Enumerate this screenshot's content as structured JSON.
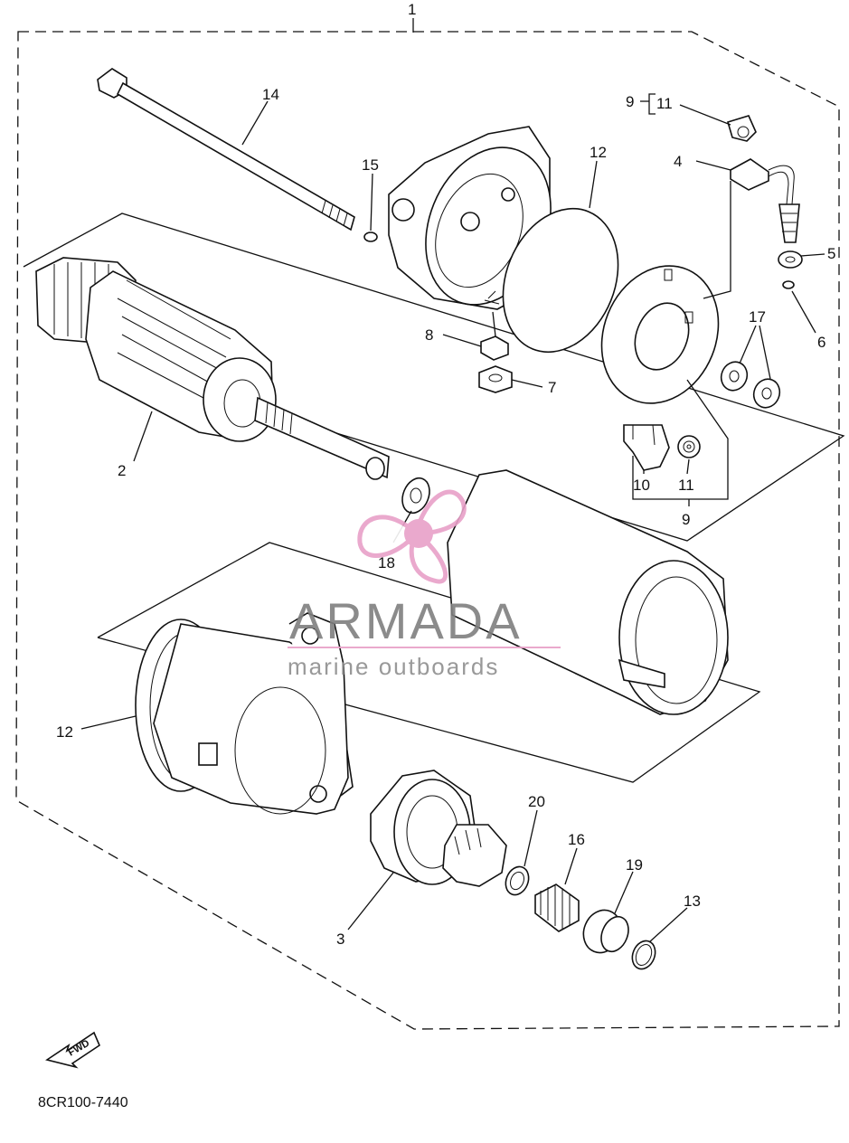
{
  "diagram": {
    "drawing_code": "8CR100-7440",
    "fwd_label": "FWD",
    "part_labels": {
      "p1": "1",
      "p2": "2",
      "p3": "3",
      "p4": "4",
      "p5": "5",
      "p6": "6",
      "p7": "7",
      "p8": "8",
      "p9_top": "9",
      "p9_bottom": "9",
      "p10": "10",
      "p11_top": "11",
      "p11_bottom": "11",
      "p12_top": "12",
      "p12_left": "12",
      "p13": "13",
      "p14": "14",
      "p15": "15",
      "p16": "16",
      "p17": "17",
      "p18": "18",
      "p19": "19",
      "p20": "20"
    }
  },
  "watermark": {
    "brand": "ARMADA",
    "tagline": "marine outboards",
    "brand_color": "#7f7f7f",
    "accent_color": "#e8a0c8"
  }
}
